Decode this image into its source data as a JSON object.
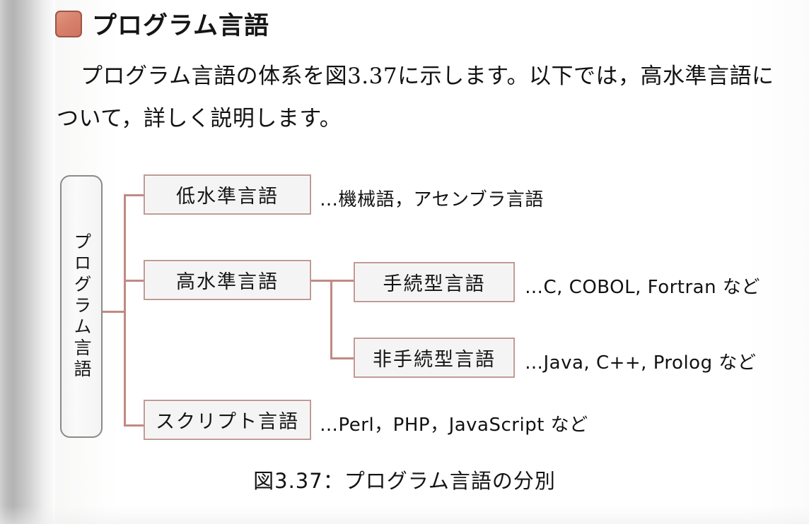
{
  "page": {
    "heading": {
      "bullet_color": "#d8826c",
      "title": "プログラム言語"
    },
    "body_paragraph": "プログラム言語の体系を図3.37に示します。以下では，高水準言語について，詳しく説明します。",
    "caption": "図3.37：プログラム言語の分別"
  },
  "figure": {
    "root_label": "プログラム言語",
    "connector_color": "#c08a84",
    "box_border_color": "#c09a95",
    "box_fill_color": "#f4f4f4",
    "nodes": [
      {
        "id": "low-level",
        "label": "低水準言語",
        "annotation": "…機械語，アセンブラ言語",
        "level": 1
      },
      {
        "id": "high-level",
        "label": "高水準言語",
        "annotation": "",
        "level": 1
      },
      {
        "id": "procedural",
        "label": "手続型言語",
        "annotation": "…C, COBOL, Fortran など",
        "level": 2
      },
      {
        "id": "non-procedural",
        "label": "非手続型言語",
        "annotation": "…Java, C++, Prolog など",
        "level": 2
      },
      {
        "id": "script",
        "label": "スクリプト言語",
        "annotation": "…Perl，PHP，JavaScript など",
        "level": 1
      }
    ]
  }
}
